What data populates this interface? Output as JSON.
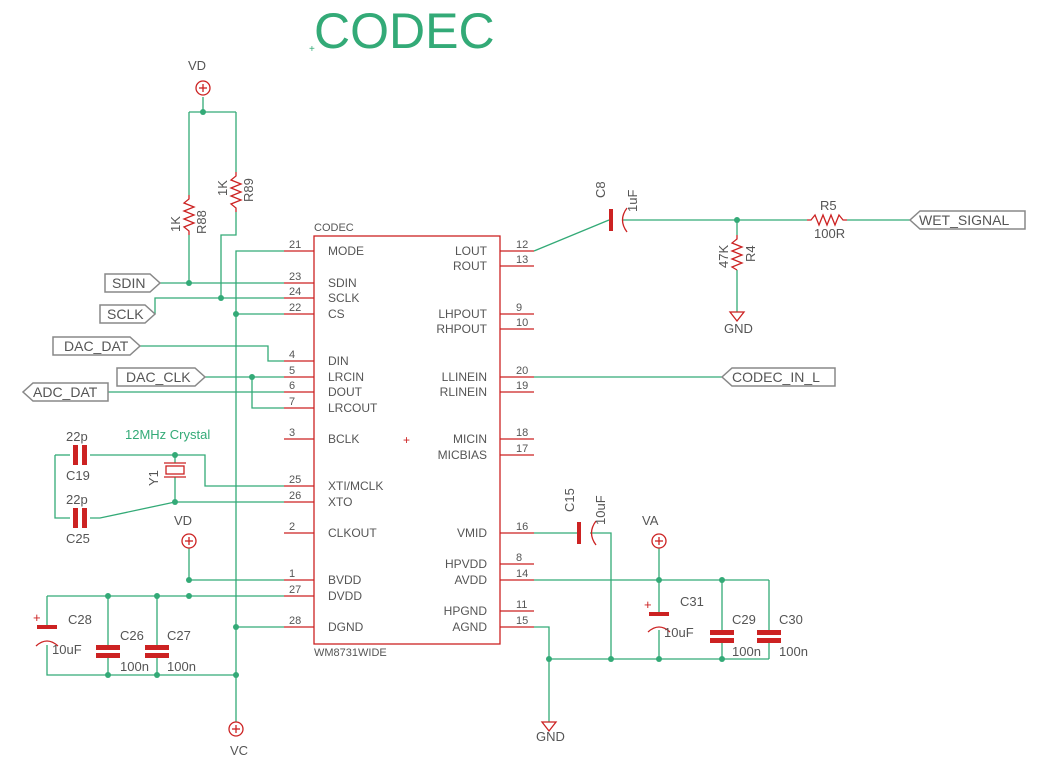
{
  "title": "CODEC",
  "ic": {
    "name": "CODEC",
    "value": "WM8731WIDE",
    "left_pins": [
      {
        "num": "21",
        "name": "MODE"
      },
      {
        "num": "23",
        "name": "SDIN"
      },
      {
        "num": "24",
        "name": "SCLK"
      },
      {
        "num": "22",
        "name": "CS"
      },
      {
        "num": "4",
        "name": "DIN"
      },
      {
        "num": "5",
        "name": "LRCIN"
      },
      {
        "num": "6",
        "name": "DOUT"
      },
      {
        "num": "7",
        "name": "LRCOUT"
      },
      {
        "num": "3",
        "name": "BCLK"
      },
      {
        "num": "25",
        "name": "XTI/MCLK"
      },
      {
        "num": "26",
        "name": "XTO"
      },
      {
        "num": "2",
        "name": "CLKOUT"
      },
      {
        "num": "1",
        "name": "BVDD"
      },
      {
        "num": "27",
        "name": "DVDD"
      },
      {
        "num": "28",
        "name": "DGND"
      }
    ],
    "right_pins": [
      {
        "num": "12",
        "name": "LOUT"
      },
      {
        "num": "13",
        "name": "ROUT"
      },
      {
        "num": "9",
        "name": "LHPOUT"
      },
      {
        "num": "10",
        "name": "RHPOUT"
      },
      {
        "num": "20",
        "name": "LLINEIN"
      },
      {
        "num": "19",
        "name": "RLINEIN"
      },
      {
        "num": "18",
        "name": "MICIN"
      },
      {
        "num": "17",
        "name": "MICBIAS"
      },
      {
        "num": "16",
        "name": "VMID"
      },
      {
        "num": "8",
        "name": "HPVDD"
      },
      {
        "num": "14",
        "name": "AVDD"
      },
      {
        "num": "11",
        "name": "HPGND"
      },
      {
        "num": "15",
        "name": "AGND"
      }
    ]
  },
  "nets": {
    "sdin": "SDIN",
    "sclk": "SCLK",
    "dac_dat": "DAC_DAT",
    "dac_clk": "DAC_CLK",
    "adc_dat": "ADC_DAT",
    "codec_in_l": "CODEC_IN_L",
    "wet_signal": "WET_SIGNAL"
  },
  "power": {
    "vd_top": "VD",
    "vd_mid": "VD",
    "va": "VA",
    "vc": "VC",
    "gnd_r4": "GND",
    "gnd_bottom": "GND"
  },
  "components": {
    "r88": {
      "name": "R88",
      "value": "1K"
    },
    "r89": {
      "name": "R89",
      "value": "1K"
    },
    "r4": {
      "name": "R4",
      "value": "47K"
    },
    "r5": {
      "name": "R5",
      "value": "100R"
    },
    "c8": {
      "name": "C8",
      "value": "1uF"
    },
    "c15": {
      "name": "C15",
      "value": "10uF"
    },
    "c19": {
      "name": "C19",
      "value": "22p"
    },
    "c25": {
      "name": "C25",
      "value": "22p"
    },
    "c26": {
      "name": "C26",
      "value": "100n"
    },
    "c27": {
      "name": "C27",
      "value": "100n"
    },
    "c28": {
      "name": "C28",
      "value": "10uF"
    },
    "c29": {
      "name": "C29",
      "value": "100n"
    },
    "c30": {
      "name": "C30",
      "value": "100n"
    },
    "c31": {
      "name": "C31",
      "value": "10uF"
    },
    "y1": {
      "name": "Y1",
      "value": "12MHz Crystal"
    }
  }
}
